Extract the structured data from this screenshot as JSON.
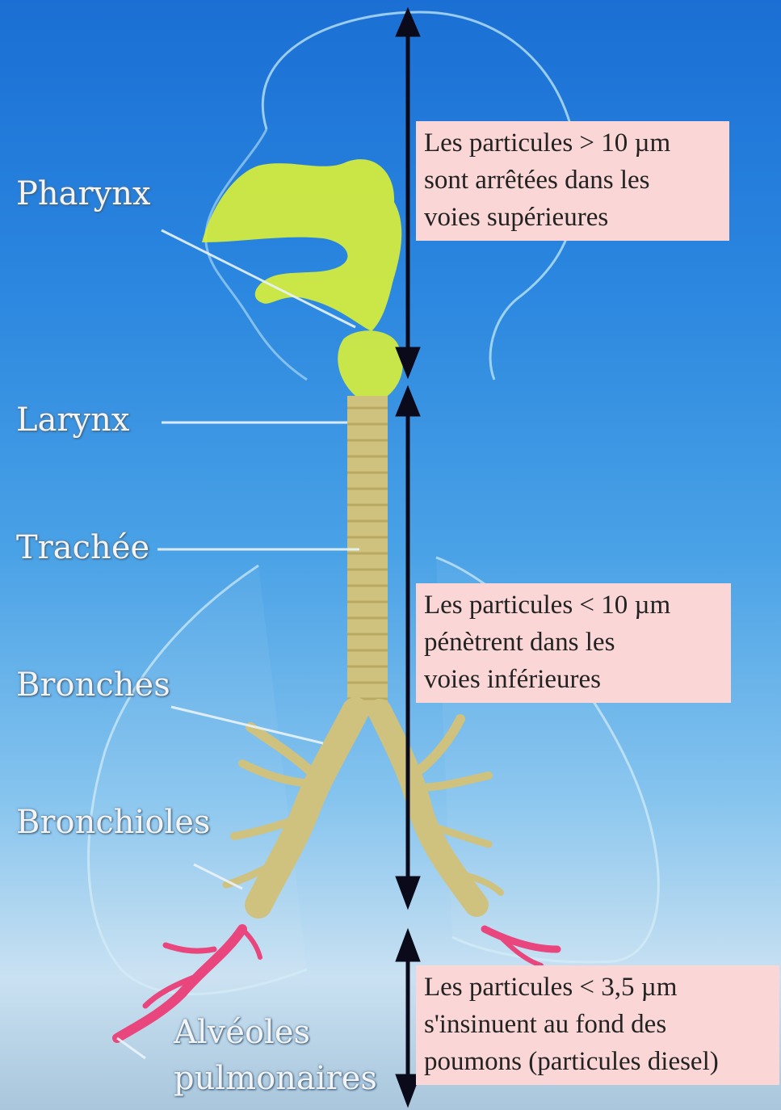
{
  "labels": {
    "pharynx": "Pharynx",
    "larynx": "Larynx",
    "trachee": "Trachée",
    "bronches": "Bronches",
    "bronchioles": "Bronchioles",
    "alveoles_line1": "Alvéoles",
    "alveoles_line2": "pulmonaires"
  },
  "boxes": {
    "upper": [
      "Les particules > 10 µm",
      "sont arrêtées dans les",
      "voies supérieures"
    ],
    "lower": [
      "Les particules < 10 µm",
      "pénètrent dans les",
      "voies inférieures"
    ],
    "deep": [
      "Les particules < 3,5 µm",
      "s'insinuent au fond des",
      "poumons (particules diesel)"
    ]
  },
  "colors": {
    "airway_upper": "#d8ee3a",
    "airway_lower": "#cfc27e",
    "alveoli": "#e8467c",
    "box_fill": "#fbd6d6",
    "arrow": "#0a0a1a"
  }
}
